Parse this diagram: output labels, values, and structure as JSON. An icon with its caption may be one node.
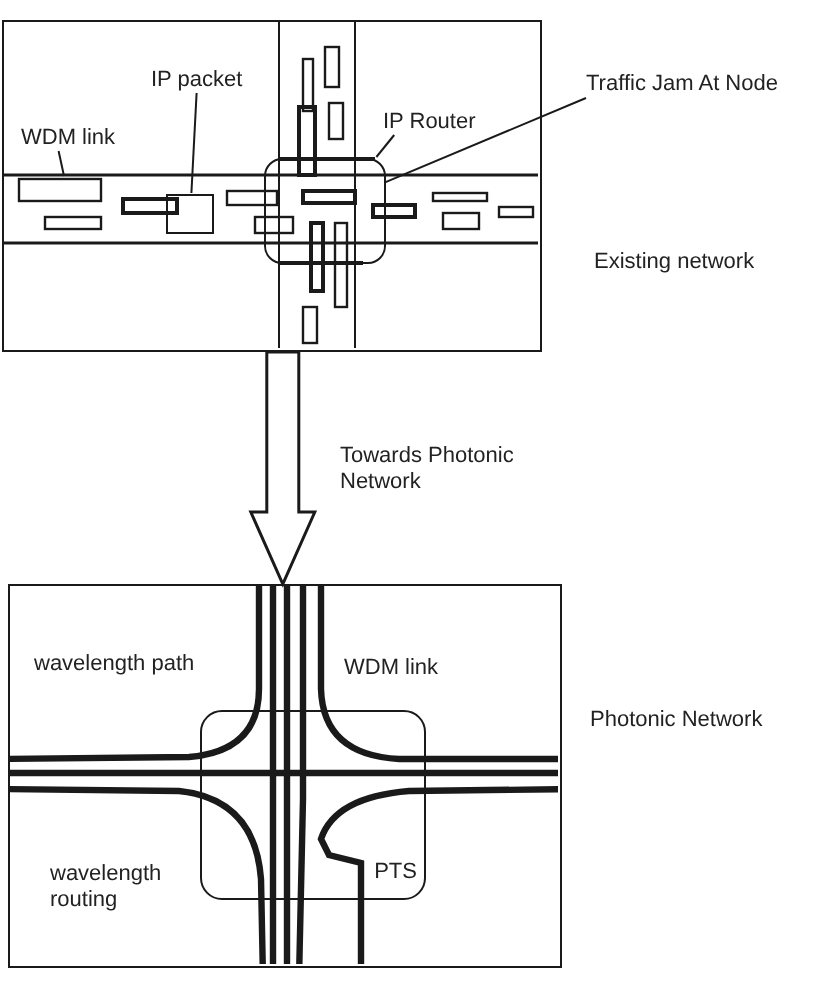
{
  "diagram": {
    "nodes": [
      {
        "text": [],
        "shape": "box",
        "beside": [
          "Existing network"
        ]
      },
      {
        "text": [
          "IP packet"
        ],
        "in": 0
      },
      {
        "text": [
          "Traffic Jam At Node"
        ]
      },
      {
        "text": [
          "WDM link"
        ],
        "in": 0
      },
      {
        "text": [
          "IP Router"
        ],
        "in": 0
      },
      {
        "text": [],
        "shape": "box",
        "in": 0
      },
      {
        "text": [],
        "shape": "box",
        "in": 0
      },
      {
        "text": [],
        "shape": "box",
        "beside": [
          "Photonic Network"
        ]
      },
      {
        "text": [
          "PTS"
        ],
        "in": 7
      }
    ],
    "edges": [
      {
        "from": 3,
        "to": null,
        "arrow": "none"
      },
      {
        "from": 1,
        "to": 5,
        "arrow": "none"
      },
      {
        "from": 4,
        "to": 6,
        "arrow": "none"
      },
      {
        "from": 2,
        "to": 6,
        "arrow": "none"
      },
      {
        "from": 0,
        "to": 7,
        "arrow": "to",
        "label": "Towards Photonic Network",
        "style": "thick"
      }
    ],
    "labels": [
      "wavelength path",
      "WDM link",
      "wavelength routing"
    ]
  }
}
